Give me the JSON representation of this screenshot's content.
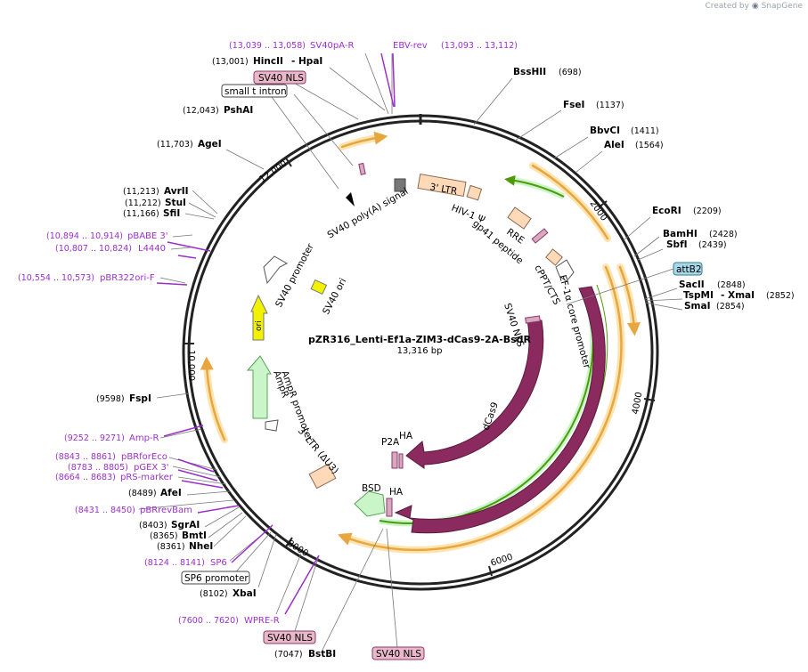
{
  "credit": {
    "prefix": "Created by",
    "brand": "SnapGene"
  },
  "plasmid": {
    "name": "pZR316_Lenti-Ef1a-ZIM3-dCas9-2A-BsdR",
    "size": "13,316 bp"
  },
  "colors": {
    "payload": "#8b2a5e",
    "ori": "#f2f200",
    "ampr": "#c9f5c9",
    "ltr": "#ffd9b8",
    "orf": "#e8a640",
    "orf_glow": "#ffe4b0",
    "green_orf": "#4e9a06",
    "primer": "#9b30c8",
    "nls_tag": "#e8b8c8"
  },
  "ticks": [
    "2000",
    "4000",
    "6000",
    "8000",
    "10,000",
    "12,000"
  ],
  "sites": [
    {
      "name": "BssHII",
      "pos": "(698)"
    },
    {
      "name": "FseI",
      "pos": "(1137)"
    },
    {
      "name": "BbvCI",
      "pos": "(1411)"
    },
    {
      "name": "AleI",
      "pos": "(1564)"
    },
    {
      "name": "EcoRI",
      "pos": "(2209)"
    },
    {
      "name": "BamHI",
      "pos": "(2428)"
    },
    {
      "name": "SbfI",
      "pos": "(2439)"
    },
    {
      "name": "SacII",
      "pos": "(2848)"
    },
    {
      "name": "TspMI",
      "name2": "XmaI",
      "pos": "(2852)"
    },
    {
      "name": "SmaI",
      "pos": "(2854)"
    },
    {
      "name": "BstBI",
      "pos": "(7047)"
    },
    {
      "name": "XbaI",
      "pos": "(8102)"
    },
    {
      "name": "NheI",
      "pos": "(8361)"
    },
    {
      "name": "BmtI",
      "pos": "(8365)"
    },
    {
      "name": "SgrAI",
      "pos": "(8403)"
    },
    {
      "name": "AfeI",
      "pos": "(8489)"
    },
    {
      "name": "FspI",
      "pos": "(9598)"
    },
    {
      "name": "SfiI",
      "pos": "(11,166)"
    },
    {
      "name": "StuI",
      "pos": "(11,212)"
    },
    {
      "name": "AvrII",
      "pos": "(11,213)"
    },
    {
      "name": "AgeI",
      "pos": "(11,703)"
    },
    {
      "name": "PshAI",
      "pos": "(12,043)"
    },
    {
      "name": "HincII",
      "name2": "HpaI",
      "pos": "(13,001)"
    }
  ],
  "primers": [
    {
      "name": "SV40pA-R",
      "pos": "(13,039 .. 13,058)"
    },
    {
      "name": "EBV-rev",
      "pos": "(13,093 .. 13,112)"
    },
    {
      "name": "pBABE 3'",
      "pos": "(10,894 .. 10,914)"
    },
    {
      "name": "L4440",
      "pos": "(10,807 .. 10,824)"
    },
    {
      "name": "pBR322ori-F",
      "pos": "(10,554 .. 10,573)"
    },
    {
      "name": "Amp-R",
      "pos": "(9252 .. 9271)"
    },
    {
      "name": "pBRforEco",
      "pos": "(8843 .. 8861)"
    },
    {
      "name": "pGEX 3'",
      "pos": "(8783 .. 8805)"
    },
    {
      "name": "pRS-marker",
      "pos": "(8664 .. 8683)"
    },
    {
      "name": "pBRrevBam",
      "pos": "(8431 .. 8450)"
    },
    {
      "name": "SP6",
      "pos": "(8124 .. 8141)"
    },
    {
      "name": "WPRE-R",
      "pos": "(7600 .. 7620)"
    }
  ],
  "tags": {
    "sv40nls_top": "SV40 NLS",
    "small_t": "small t intron",
    "attb2": "attB2",
    "sp6_promoter": "SP6 promoter",
    "sv40nls_bottom1": "SV40 NLS",
    "sv40nls_bottom2": "SV40 NLS"
  },
  "features": {
    "sv40_polya": "SV40 poly(A) signal",
    "ltr3": "3' LTR",
    "hiv_psi": "HIV-1 Ψ",
    "rre": "RRE",
    "gp41": "gp41 peptide",
    "cppt": "cPPT/CTS",
    "ef1a": "EF-1α core promoter",
    "sv40nls_inner": "SV40 NLS",
    "dcas9": "dCas9",
    "cas9": "Cas9",
    "ha1": "HA",
    "p2a": "P2A",
    "ha2": "HA",
    "bsd": "BSD",
    "ltr_du3": "3' LTR (ΔU3)",
    "ampr_promoter": "AmpR promoter",
    "ampr": "AmpR",
    "ori": "ori",
    "sv40_ori": "SV40 ori",
    "sv40_promoter": "SV40 promoter"
  }
}
